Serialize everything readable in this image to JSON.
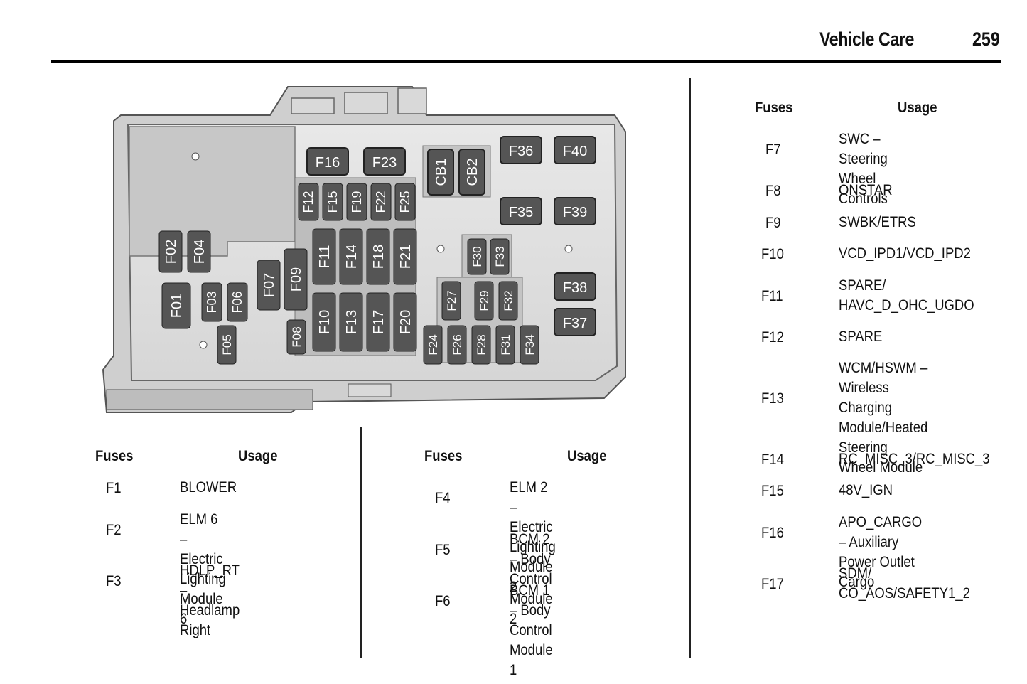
{
  "header": {
    "title": "Vehicle Care",
    "page_number": "259"
  },
  "diagram": {
    "fuse_labels": {
      "f16": "F16",
      "f23": "F23",
      "cb1": "CB1",
      "cb2": "CB2",
      "f36": "F36",
      "f40": "F40",
      "f12": "F12",
      "f15": "F15",
      "f19": "F19",
      "f22": "F22",
      "f25": "F25",
      "f35": "F35",
      "f39": "F39",
      "f02": "F02",
      "f04": "F04",
      "f11": "F11",
      "f14": "F14",
      "f18": "F18",
      "f21": "F21",
      "f30": "F30",
      "f33": "F33",
      "f07": "F07",
      "f09": "F09",
      "f38": "F38",
      "f01": "F01",
      "f03": "F03",
      "f06": "F06",
      "f10": "F10",
      "f13": "F13",
      "f17": "F17",
      "f20": "F20",
      "f27": "F27",
      "f29": "F29",
      "f32": "F32",
      "f37": "F37",
      "f08": "F08",
      "f05": "F05",
      "f24": "F24",
      "f26": "F26",
      "f28": "F28",
      "f31": "F31",
      "f34": "F34"
    }
  },
  "tables": {
    "left": {
      "col_fuses": "Fuses",
      "col_usage": "Usage",
      "rows": [
        {
          "fuse": "F1",
          "usage": "BLOWER"
        },
        {
          "fuse": "F2",
          "usage": "ELM 6 – Electric Lighting\nModule 6"
        },
        {
          "fuse": "F3",
          "usage": "HDLP_RT –\nHeadlamp Right"
        }
      ]
    },
    "middle": {
      "col_fuses": "Fuses",
      "col_usage": "Usage",
      "rows": [
        {
          "fuse": "F4",
          "usage": "ELM 2 – Electric Lighting\nModule 2"
        },
        {
          "fuse": "F5",
          "usage": "BCM 2 – Body Control\nModule 2"
        },
        {
          "fuse": "F6",
          "usage": "BCM 1 – Body Control\nModule 1"
        }
      ]
    },
    "right": {
      "col_fuses": "Fuses",
      "col_usage": "Usage",
      "rows": [
        {
          "fuse": "F7",
          "usage": "SWC – Steering\nWheel Controls"
        },
        {
          "fuse": "F8",
          "usage": "ONSTAR"
        },
        {
          "fuse": "F9",
          "usage": "SWBK/ETRS"
        },
        {
          "fuse": "F10",
          "usage": "VCD_IPD1/VCD_IPD2"
        },
        {
          "fuse": "F11",
          "usage": "SPARE/\nHAVC_D_OHC_UGDO"
        },
        {
          "fuse": "F12",
          "usage": "SPARE"
        },
        {
          "fuse": "F13",
          "usage": "WCM/HSWM –\nWireless Charging\nModule/Heated Steering\nWheel Module"
        },
        {
          "fuse": "F14",
          "usage": "RC_MISC_3/RC_MISC_3"
        },
        {
          "fuse": "F15",
          "usage": "48V_IGN"
        },
        {
          "fuse": "F16",
          "usage": "APO_CARGO – Auxiliary\nPower Outlet Cargo"
        },
        {
          "fuse": "F17",
          "usage": "SDM/\nCO_AOS/SAFETY1_2"
        }
      ]
    }
  }
}
